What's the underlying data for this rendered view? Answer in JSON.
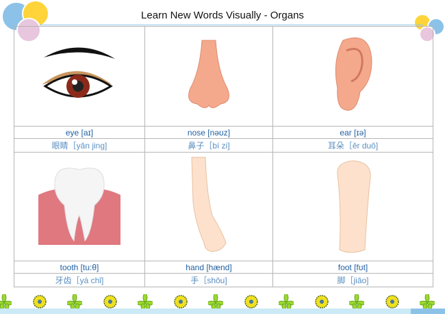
{
  "title": "Learn  New Words Visually - Organs",
  "words": [
    {
      "en": "eye [aɪ]",
      "zh": "眼睛［yǎn jing]"
    },
    {
      "en": "nose [nəʊz]",
      "zh": "鼻子［bí zi]"
    },
    {
      "en": "ear [ɪə]",
      "zh": "耳朵［ěr duǒ]"
    },
    {
      "en": "tooth [tu:θ]",
      "zh": "牙齿［yá chǐ]"
    },
    {
      "en": "hand [hænd]",
      "zh": "手［shǒu]"
    },
    {
      "en": "foot [fʊt]",
      "zh": "脚［jiǎo]"
    }
  ],
  "colors": {
    "accent": "#1f5fa0",
    "border": "#b5b5b5"
  }
}
